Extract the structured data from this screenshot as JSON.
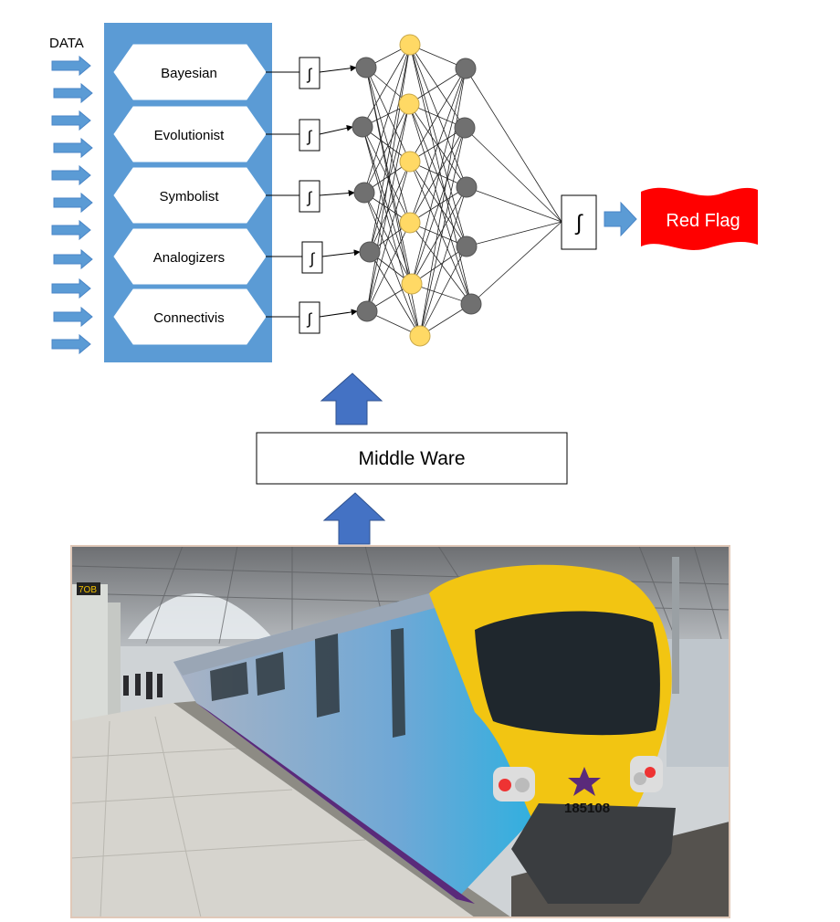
{
  "data_label": "DATA",
  "tribes": [
    "Bayesian",
    "Evolutionist",
    "Symbolist",
    "Analogizers",
    "Connectivis"
  ],
  "integral_symbol": "∫",
  "output_label": "Red Flag",
  "middleware_label": "Middle Ware",
  "train": {
    "number": "185108",
    "platform_sign": "7OB"
  },
  "colors": {
    "panel": "#5b9bd5",
    "arrow": "#4a86c7",
    "node_gray": "#707070",
    "node_yellow": "#ffd965",
    "flag": "#ff0000",
    "up_arrow": "#4472c4"
  }
}
